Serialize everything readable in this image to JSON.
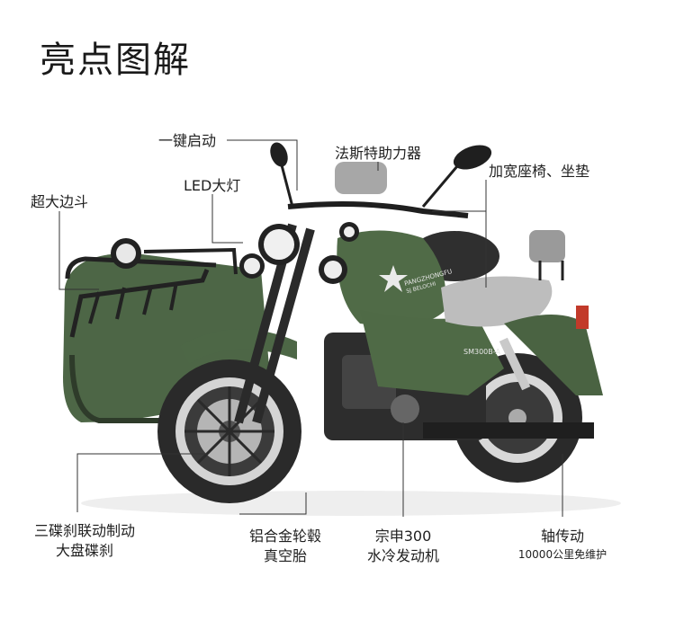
{
  "title": "亮点图解",
  "labels": {
    "one_key_start": "一键启动",
    "fastest_booster": "法斯特助力器",
    "wide_seat": "加宽座椅、坐垫",
    "sidecar": "超大边斗",
    "led_light": "LED大灯",
    "brake_line1": "三碟刹联动制动",
    "brake_line2": "大盘碟刹",
    "wheel_line1": "铝合金轮毂",
    "wheel_line2": "真空胎",
    "engine_line1": "宗申300",
    "engine_line2": "水冷发动机",
    "shaft_line1": "轴传动",
    "shaft_line2": "10000公里免维护"
  },
  "tank_text": {
    "model": "SM300B-A",
    "brand": "PANGZHONGFU",
    "sub": "SJ BELOCHI"
  },
  "colors": {
    "body_green": "#4f6a46",
    "dark_green": "#3b5234",
    "tire": "#2a2a2a",
    "chrome": "#c9c9c9",
    "line": "#333333"
  }
}
